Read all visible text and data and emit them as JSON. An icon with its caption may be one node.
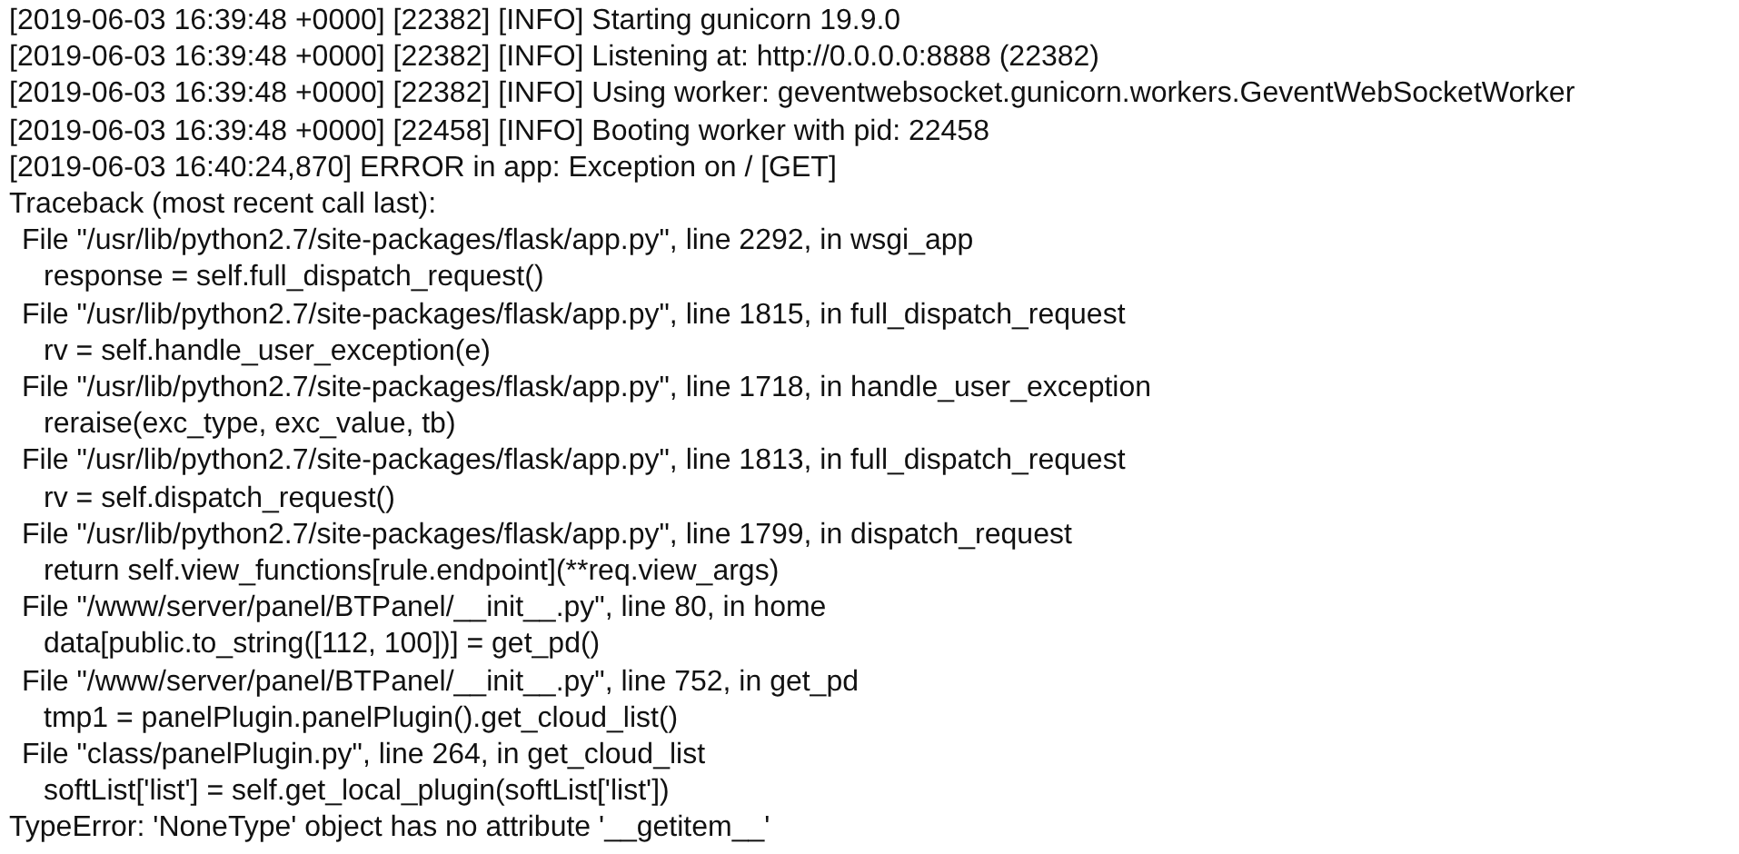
{
  "diagram": {
    "labels": [
      "[2019-06-03 16:39:48 +0000] [22382] [INFO] Starting gunicorn 19.9.0",
      "[2019-06-03 16:39:48 +0000] [22382] [INFO] Listening at: http://0.0.0.0:8888 (22382)",
      "[2019-06-03 16:39:48 +0000] [22382] [INFO] Using worker: geventwebsocket.gunicorn.workers.GeventWebSocketWorker",
      "[2019-06-03 16:39:48 +0000] [22458] [INFO] Booting worker with pid: 22458",
      "[2019-06-03 16:40:24,870] ERROR in app: Exception on / [GET]",
      "Traceback (most recent call last):",
      "File \"/usr/lib/python2.7/site-packages/flask/app.py\", line 2292, in wsgi_app",
      "response = self.full_dispatch_request()",
      "File \"/usr/lib/python2.7/site-packages/flask/app.py\", line 1815, in full_dispatch_request",
      "rv = self.handle_user_exception(e)",
      "File \"/usr/lib/python2.7/site-packages/flask/app.py\", line 1718, in handle_user_exception",
      "reraise(exc_type, exc_value, tb)",
      "File \"/usr/lib/python2.7/site-packages/flask/app.py\", line 1813, in full_dispatch_request",
      "rv = self.dispatch_request()",
      "File \"/usr/lib/python2.7/site-packages/flask/app.py\", line 1799, in dispatch_request",
      "return self.view_functions[rule.endpoint](**req.view_args)",
      "File \"/www/server/panel/BTPanel/__init__.py\", line 80, in home",
      "data[public.to_string([112, 100])] = get_pd()",
      "File \"/www/server/panel/BTPanel/__init__.py\", line 752, in get_pd",
      "tmp1 = panelPlugin.panelPlugin().get_cloud_list()",
      "File \"class/panelPlugin.py\", line 264, in get_cloud_list",
      "softList['list'] = self.get_local_plugin(softList['list'])",
      "TypeError: 'NoneType' object has no attribute '__getitem__'"
    ]
  }
}
